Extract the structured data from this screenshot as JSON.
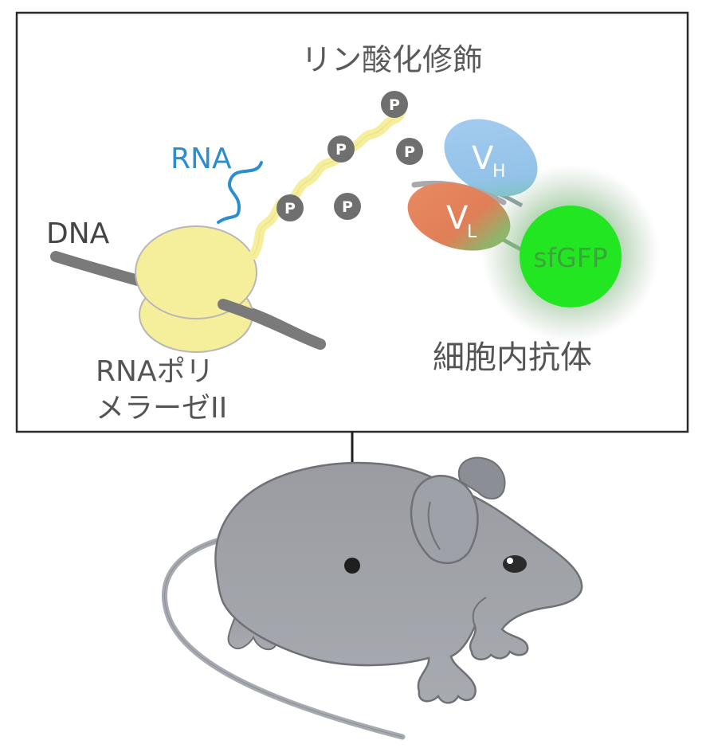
{
  "title": "リン酸化修飾",
  "labels": {
    "rna": "RNA",
    "dna": "DNA",
    "polymerase_line1": "RNAポリ",
    "polymerase_line2": "メラーゼII",
    "antibody": "細胞内抗体",
    "sfgfp": "sfGFP",
    "vh_main": "V",
    "vh_sub": "H",
    "vl_main": "V",
    "vl_sub": "L",
    "phospho": "P"
  },
  "colors": {
    "frame": "#2b2b2b",
    "dna": "#7a7a7a",
    "rna": "#2b8ed0",
    "polymerase": "#f5ee9a",
    "phospho_circle": "#6f6f6f",
    "vh": "#9ec8ec",
    "vl": "#e8835e",
    "sfgfp": "#22e622",
    "mouse_body": "#9a9da3",
    "mouse_outline": "#6f7176"
  },
  "icons": {
    "mouse": "mouse-icon",
    "polymerase": "rna-polymerase-icon",
    "antibody": "intrabody-icon"
  }
}
